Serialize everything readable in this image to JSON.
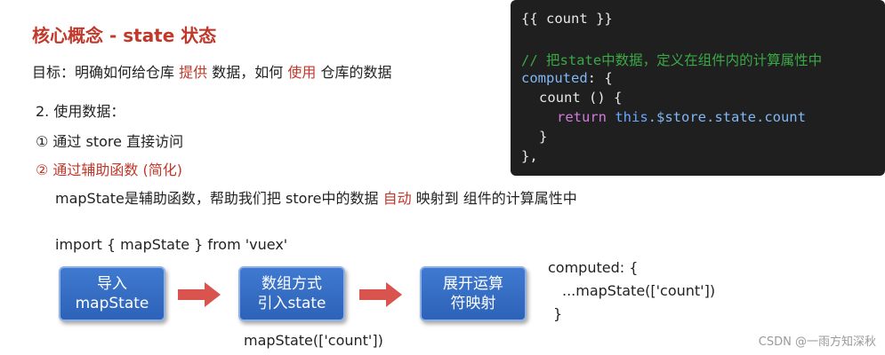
{
  "title": "核心概念 - state 状态",
  "goal": {
    "prefix": "目标：明确如何给仓库",
    "hl1": "提供",
    "middle": "数据，如何",
    "hl2": "使用",
    "suffix": "仓库的数据"
  },
  "step": "2. 使用数据：",
  "option1": "① 通过 store 直接访问",
  "option2": "② 通过辅助函数 (简化)",
  "desc": {
    "prefix": "mapState是辅助函数，帮助我们把 store中的数据",
    "hl": "自动",
    "suffix": "映射到 组件的计算属性中"
  },
  "import_line": "import { mapState } from 'vuex'",
  "flow": {
    "box1": [
      "导入",
      "mapState"
    ],
    "box2": [
      "数组方式",
      "引入state"
    ],
    "box3": [
      "展开运算",
      "符映射"
    ],
    "caption": "mapState(['count'])"
  },
  "computed": {
    "line1": "computed: {",
    "line2": "...mapState(['count'])",
    "line3": "}"
  },
  "code": {
    "line1": "{{ count }}",
    "comment": "// 把state中数据，定义在组件内的计算属性中",
    "computed_key": "computed",
    "colon_brace": ": {",
    "count_fn": "count",
    "paren_brace": " () {",
    "return_kw": "return",
    "this_kw": "this",
    "store_path": ".$store.state.count",
    "close_inner": "}",
    "close_outer": "},"
  },
  "watermark": "CSDN @一雨方知深秋",
  "colors": {
    "accent_red": "#c0392b",
    "box_blue": "#3569c0",
    "arrow_red": "#d9534f",
    "code_bg": "#1f1f1f"
  }
}
